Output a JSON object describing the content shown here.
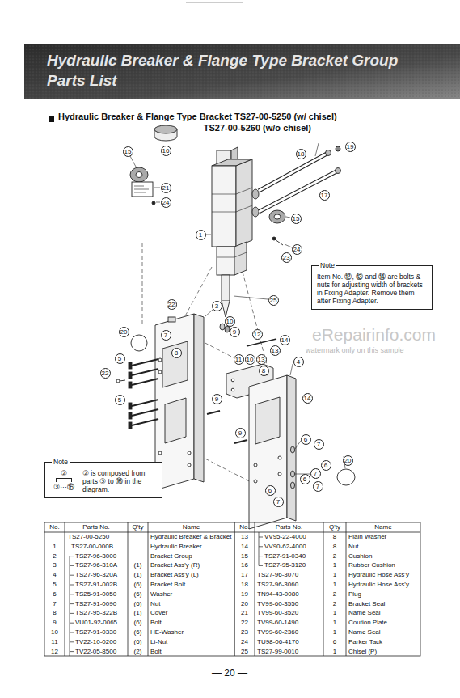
{
  "diagram": {
    "title": "Hydraulic Breaker & Flange Type Bracket Group Parts List",
    "nodes": [
      {
        "text": [
          "Note",
          "Item No. ⑫, ⑬ and ⑭ are bolts & nuts for adjusting width of brackets in Fixing Adapter. Remove them after Fixing Adapter."
        ]
      },
      {
        "text": [
          "Note",
          "②",
          "③···⑯",
          "② is composed from parts ③ to ⑯ in the diagram."
        ]
      }
    ],
    "labels": [
      "Hydraulic Breaker & Flange Type Bracket TS27-00-5250 (w/ chisel)",
      "TS27-00-5260 (w/o chisel)",
      "15",
      "16",
      "18",
      "19",
      "21",
      "24",
      "17",
      "15",
      "1",
      "24",
      "23",
      "25",
      "22",
      "3",
      "10",
      "9",
      "12",
      "14",
      "13",
      "20",
      "7",
      "8",
      "5",
      "22",
      "5",
      "9",
      "11",
      "10",
      "13",
      "8",
      "4",
      "14",
      "9",
      "20",
      "6",
      "7",
      "6",
      "7",
      "6",
      "7",
      "6",
      "7",
      "eRepairinfo.com",
      "watermark only on this sample",
      "No.",
      "Parts No.",
      "Q'ty",
      "Name",
      "TS27-00-5250",
      "Hydraulic Breaker & Bracket",
      "1",
      "TS27-00-000B",
      "Hydraulic Breaker",
      "2",
      "TS27-96-3000",
      "Bracket Group",
      "3",
      "TS27-96-310A",
      "(1)",
      "Bracket Ass'y (R)",
      "4",
      "TS27-96-320A",
      "(1)",
      "Bracket Ass'y (L)",
      "5",
      "TS27-91-002B",
      "(6)",
      "Bracket Bolt",
      "6",
      "TS25-91-0050",
      "(6)",
      "Washer",
      "7",
      "TS27-91-0090",
      "(6)",
      "Nut",
      "8",
      "TS27-95-322B",
      "(1)",
      "Cover",
      "9",
      "VU01-92-0065",
      "(6)",
      "Bolt",
      "10",
      "TS27-91-0330",
      "(6)",
      "HE-Washer",
      "11",
      "TV22-10-0200",
      "(6)",
      "Li-Nut",
      "12",
      "TV22-05-8500",
      "(2)",
      "Bolt",
      "No.",
      "Parts No.",
      "Q'ty",
      "Name",
      "13",
      "VV95-22-4000",
      "8",
      "Plain Washer",
      "14",
      "VV90-62-4000",
      "8",
      "Nut",
      "15",
      "TS27-91-0340",
      "2",
      "Cushion",
      "16",
      "TS27-95-3120",
      "1",
      "Rubber Cushion",
      "17",
      "TS27-96-3070",
      "1",
      "Hydraulic Hose Ass'y",
      "18",
      "TS27-96-3060",
      "1",
      "Hydraulic Hose Ass'y",
      "19",
      "TN94-43-0080",
      "2",
      "Plug",
      "20",
      "TV99-60-3550",
      "2",
      "Bracket Seal",
      "21",
      "TV99-60-3520",
      "1",
      "Name Seal",
      "22",
      "TV99-60-1490",
      "1",
      "Coution Plate",
      "23",
      "TV99-60-2360",
      "1",
      "Name Seal",
      "24",
      "TU98-06-4170",
      "6",
      "Parker Tack",
      "25",
      "TS27-99-0010",
      "1",
      "Chisel (P)",
      "— 20 —"
    ]
  }
}
